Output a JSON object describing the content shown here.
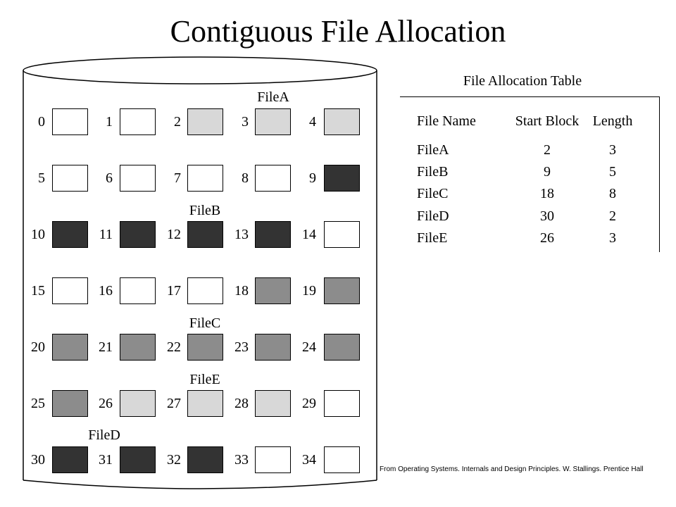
{
  "title": "Contiguous File Allocation",
  "colors": {
    "free": "#ffffff",
    "light": "#d8d8d8",
    "medium": "#8c8c8c",
    "dark": "#333333"
  },
  "blocks": [
    {
      "num": "0",
      "fill": "free"
    },
    {
      "num": "1",
      "fill": "free"
    },
    {
      "num": "2",
      "fill": "light"
    },
    {
      "num": "3",
      "fill": "light"
    },
    {
      "num": "4",
      "fill": "light"
    },
    {
      "num": "5",
      "fill": "free"
    },
    {
      "num": "6",
      "fill": "free"
    },
    {
      "num": "7",
      "fill": "free"
    },
    {
      "num": "8",
      "fill": "free"
    },
    {
      "num": "9",
      "fill": "dark"
    },
    {
      "num": "10",
      "fill": "dark"
    },
    {
      "num": "11",
      "fill": "dark"
    },
    {
      "num": "12",
      "fill": "dark"
    },
    {
      "num": "13",
      "fill": "dark"
    },
    {
      "num": "14",
      "fill": "free"
    },
    {
      "num": "15",
      "fill": "free"
    },
    {
      "num": "16",
      "fill": "free"
    },
    {
      "num": "17",
      "fill": "free"
    },
    {
      "num": "18",
      "fill": "medium"
    },
    {
      "num": "19",
      "fill": "medium"
    },
    {
      "num": "20",
      "fill": "medium"
    },
    {
      "num": "21",
      "fill": "medium"
    },
    {
      "num": "22",
      "fill": "medium"
    },
    {
      "num": "23",
      "fill": "medium"
    },
    {
      "num": "24",
      "fill": "medium"
    },
    {
      "num": "25",
      "fill": "medium"
    },
    {
      "num": "26",
      "fill": "light"
    },
    {
      "num": "27",
      "fill": "light"
    },
    {
      "num": "28",
      "fill": "light"
    },
    {
      "num": "29",
      "fill": "free"
    },
    {
      "num": "30",
      "fill": "dark"
    },
    {
      "num": "31",
      "fill": "dark"
    },
    {
      "num": "32",
      "fill": "dark"
    },
    {
      "num": "33",
      "fill": "free"
    },
    {
      "num": "34",
      "fill": "free"
    }
  ],
  "file_labels": {
    "filea": "FileA",
    "fileb": "FileB",
    "filec": "FileC",
    "filee": "FileE",
    "filed": "FileD"
  },
  "fat": {
    "caption": "File Allocation Table",
    "headers": {
      "name": "File Name",
      "start": "Start Block",
      "length": "Length"
    },
    "rows": [
      {
        "name": "FileA",
        "start": "2",
        "length": "3"
      },
      {
        "name": "FileB",
        "start": "9",
        "length": "5"
      },
      {
        "name": "FileC",
        "start": "18",
        "length": "8"
      },
      {
        "name": "FileD",
        "start": "30",
        "length": "2"
      },
      {
        "name": "FileE",
        "start": "26",
        "length": "3"
      }
    ]
  },
  "credit": "From Operating Systems. Internals and Design Principles. W. Stallings. Prentice Hall"
}
